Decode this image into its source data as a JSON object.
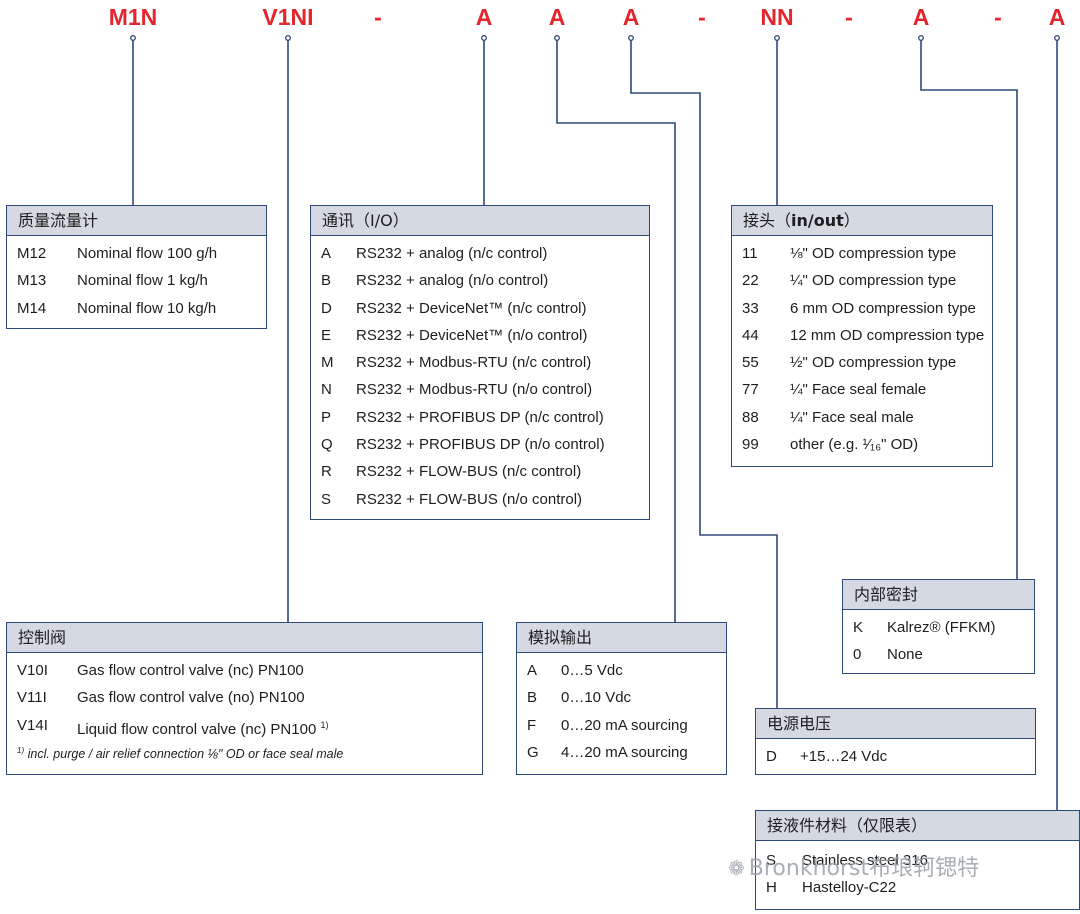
{
  "model_code": [
    "M1N",
    "V1NI",
    "-",
    "A",
    "A",
    "A",
    "-",
    "NN",
    "-",
    "A",
    "-",
    "A"
  ],
  "boxes": {
    "mass_flow": {
      "title": "质量流量计",
      "rows": [
        {
          "code": "M12",
          "desc": "Nominal flow 100 g/h"
        },
        {
          "code": "M13",
          "desc": "Nominal flow 1 kg/h"
        },
        {
          "code": "M14",
          "desc": "Nominal flow 10 kg/h"
        }
      ]
    },
    "communication": {
      "title": "通讯（I/O）",
      "rows": [
        {
          "code": "A",
          "desc": "RS232 + analog (n/c control)"
        },
        {
          "code": "B",
          "desc": "RS232 + analog (n/o control)"
        },
        {
          "code": "D",
          "desc": "RS232 + DeviceNet™ (n/c control)"
        },
        {
          "code": "E",
          "desc": "RS232 + DeviceNet™ (n/o control)"
        },
        {
          "code": "M",
          "desc": "RS232 + Modbus-RTU (n/c control)"
        },
        {
          "code": "N",
          "desc": "RS232 + Modbus-RTU (n/o control)"
        },
        {
          "code": "P",
          "desc": "RS232 + PROFIBUS DP (n/c control)"
        },
        {
          "code": "Q",
          "desc": "RS232 + PROFIBUS DP (n/o control)"
        },
        {
          "code": "R",
          "desc": "RS232 + FLOW-BUS (n/c control)"
        },
        {
          "code": "S",
          "desc": "RS232 + FLOW-BUS (n/o control)"
        }
      ]
    },
    "connection": {
      "title_cn": "接头（",
      "title_bold": "in/out",
      "title_end": "）",
      "rows": [
        {
          "code": "11",
          "desc": "⅛\" OD compression type"
        },
        {
          "code": "22",
          "desc": "¼\" OD compression type"
        },
        {
          "code": "33",
          "desc": "6 mm OD compression type"
        },
        {
          "code": "44",
          "desc": "12 mm OD compression type"
        },
        {
          "code": "55",
          "desc": "½\" OD compression type"
        },
        {
          "code": "77",
          "desc": "¼\" Face seal female"
        },
        {
          "code": "88",
          "desc": "¼\" Face seal male"
        },
        {
          "code": "99",
          "desc": "other (e.g. ¹⁄₁₆\" OD)"
        }
      ]
    },
    "inner_seal": {
      "title": "内部密封",
      "rows": [
        {
          "code": "K",
          "desc": "Kalrez® (FFKM)"
        },
        {
          "code": "0",
          "desc": "None"
        }
      ]
    },
    "control_valve": {
      "title": "控制阀",
      "rows": [
        {
          "code": "V10I",
          "desc": "Gas flow control valve (nc) PN100"
        },
        {
          "code": "V11I",
          "desc": "Gas flow control valve (no) PN100"
        },
        {
          "code": "V14I",
          "desc": "Liquid flow control valve (nc) PN100",
          "sup": "1)"
        }
      ],
      "note_sup": "1)",
      "note": " incl. purge / air relief connection ⅛\" OD or face seal male"
    },
    "analog_output": {
      "title": "模拟输出",
      "rows": [
        {
          "code": "A",
          "desc": "0…5 Vdc"
        },
        {
          "code": "B",
          "desc": "0…10 Vdc"
        },
        {
          "code": "F",
          "desc": "0…20 mA sourcing"
        },
        {
          "code": "G",
          "desc": "4…20 mA sourcing"
        }
      ]
    },
    "supply_voltage": {
      "title": "电源电压",
      "rows": [
        {
          "code": "D",
          "desc": "+15…24 Vdc"
        }
      ]
    },
    "wetted_material": {
      "title": "接液件材料（仅限表）",
      "rows": [
        {
          "code": "S",
          "desc": "Stainless steel 316"
        },
        {
          "code": "H",
          "desc": "Hastelloy-C22"
        }
      ]
    }
  },
  "watermark": {
    "wechat_label": "Bronkhorst布琅轲锶特"
  },
  "colors": {
    "code_red": "#e3262e",
    "line_blue": "#2e4a7a",
    "header_gray": "#d5d9e2"
  }
}
